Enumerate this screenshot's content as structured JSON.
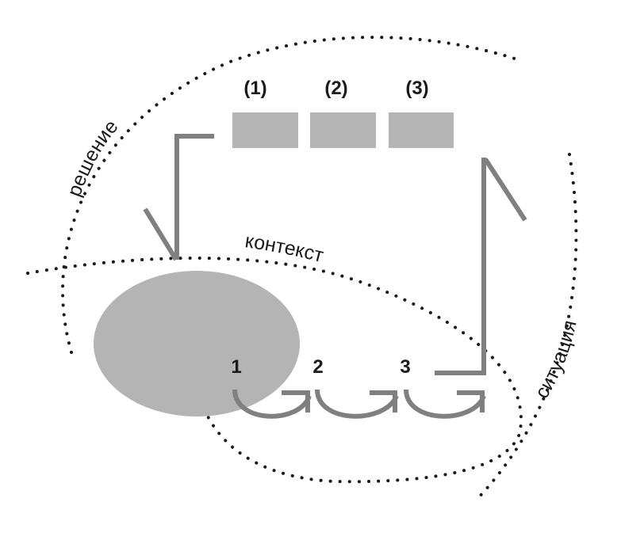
{
  "labels": {
    "top_boxes": [
      "(1)",
      "(2)",
      "(3)"
    ],
    "steps": [
      "1",
      "2",
      "3"
    ],
    "decision": "решение",
    "context": "контекст",
    "situation": "ситуация"
  },
  "colors": {
    "box_fill": "#b4b4b4",
    "ellipse_fill": "#b4b4b4",
    "stroke": "#808080",
    "dots": "#1a1a1a"
  }
}
